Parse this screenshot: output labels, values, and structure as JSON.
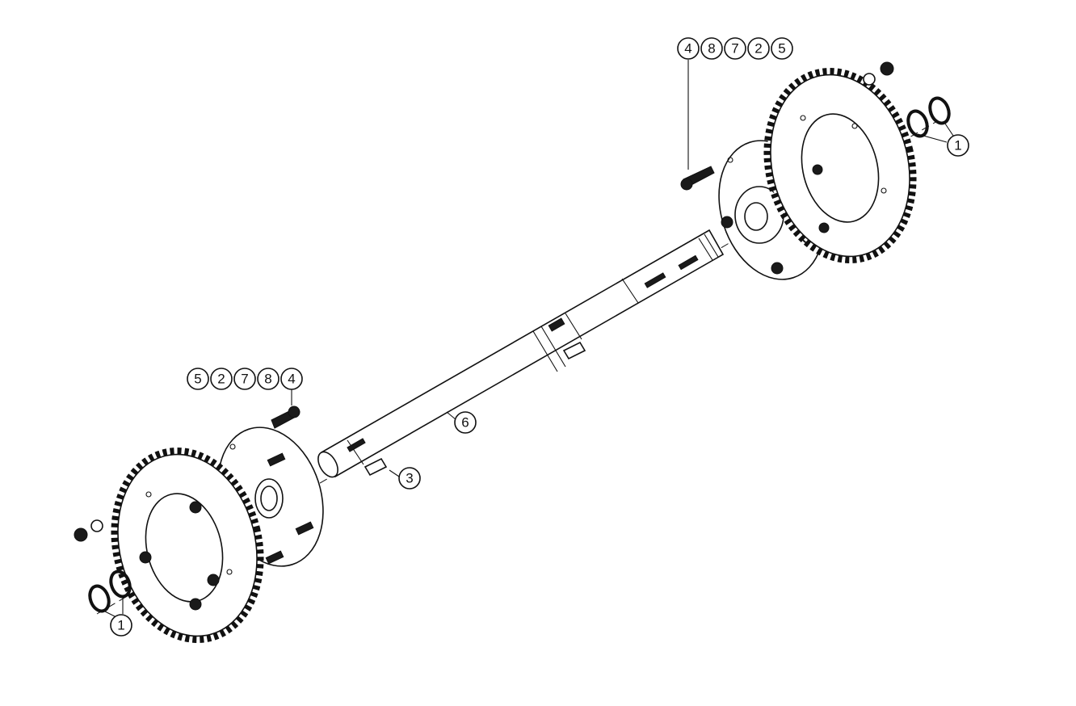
{
  "diagram": {
    "callouts_top_right": [
      "4",
      "8",
      "7",
      "2",
      "5"
    ],
    "callouts_left_group": [
      "5",
      "2",
      "7",
      "8",
      "4"
    ],
    "callout_shaft": "6",
    "callout_key": "3",
    "callout_ring_right": "1",
    "callout_ring_left": "1"
  }
}
